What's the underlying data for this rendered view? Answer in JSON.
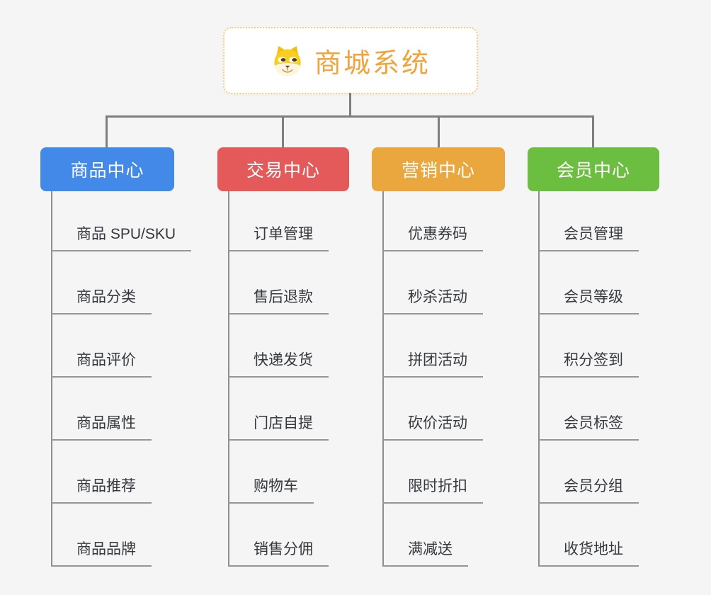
{
  "app": {
    "background_color": "#f5f5f6",
    "connector_color": "#7e7e7e"
  },
  "root": {
    "label": "商城系统",
    "icon": "dog-face-icon",
    "text_color": "#f0a43c",
    "border_color": "#f5c97f"
  },
  "branches": [
    {
      "id": "product-center",
      "label": "商品中心",
      "color": "#438ae8",
      "items": [
        "商品 SPU/SKU",
        "商品分类",
        "商品评价",
        "商品属性",
        "商品推荐",
        "商品品牌"
      ]
    },
    {
      "id": "trade-center",
      "label": "交易中心",
      "color": "#e4595a",
      "items": [
        "订单管理",
        "售后退款",
        "快递发货",
        "门店自提",
        "购物车",
        "销售分佣"
      ]
    },
    {
      "id": "marketing-center",
      "label": "营销中心",
      "color": "#eaa73d",
      "items": [
        "优惠券码",
        "秒杀活动",
        "拼团活动",
        "砍价活动",
        "限时折扣",
        "满减送"
      ]
    },
    {
      "id": "member-center",
      "label": "会员中心",
      "color": "#6cbe40",
      "items": [
        "会员管理",
        "会员等级",
        "积分签到",
        "会员标签",
        "会员分组",
        "收货地址"
      ]
    }
  ]
}
